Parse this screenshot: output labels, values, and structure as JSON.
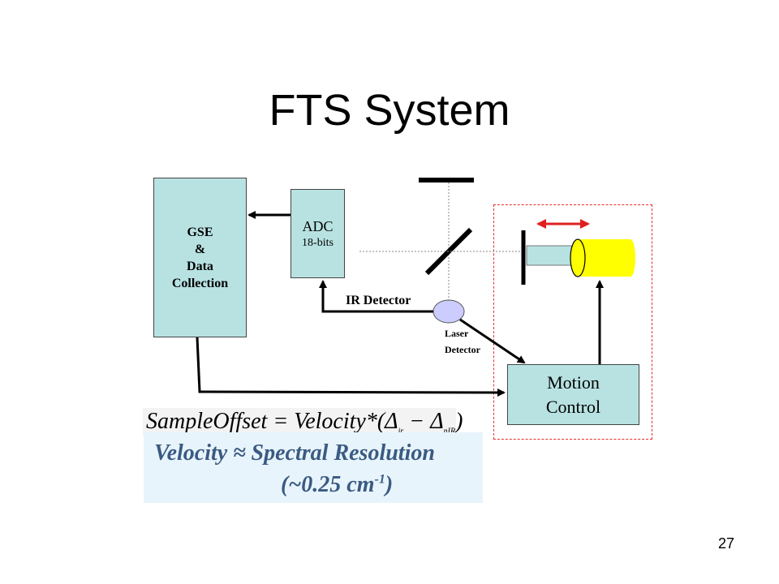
{
  "slide": {
    "title": "FTS System",
    "page_number": "27"
  },
  "blocks": {
    "gse": {
      "line1": "GSE",
      "line2": "&",
      "line3": "Data",
      "line4": "Collection"
    },
    "adc": {
      "main": "ADC",
      "sub": "18-bits"
    },
    "motion": {
      "line1": "Motion",
      "line2": "Control"
    }
  },
  "labels": {
    "ir_detector": "IR Detector",
    "laser_line1": "Laser",
    "laser_line2": "Detector"
  },
  "formula": {
    "lhs": "SampleOffset",
    "eq": " = ",
    "velocity": "Velocity",
    "star": "*",
    "open": "(",
    "delta1": "Δ",
    "sub1": "ir",
    "minus": " − ",
    "delta2": "Δ",
    "sub2": "nIR",
    "close": ")"
  },
  "note": {
    "line1": "Velocity  ≈ Spectral Resolution",
    "line2_prefix": "(~0.25 cm",
    "line2_sup": "-1",
    "line2_suffix": ")"
  },
  "colors": {
    "block_fill": "#b8e2e2",
    "arrow_red": "#e02020",
    "corner_cube": "#ffff00",
    "detector_fill": "#ccccff",
    "note_text": "#3a5a82"
  }
}
